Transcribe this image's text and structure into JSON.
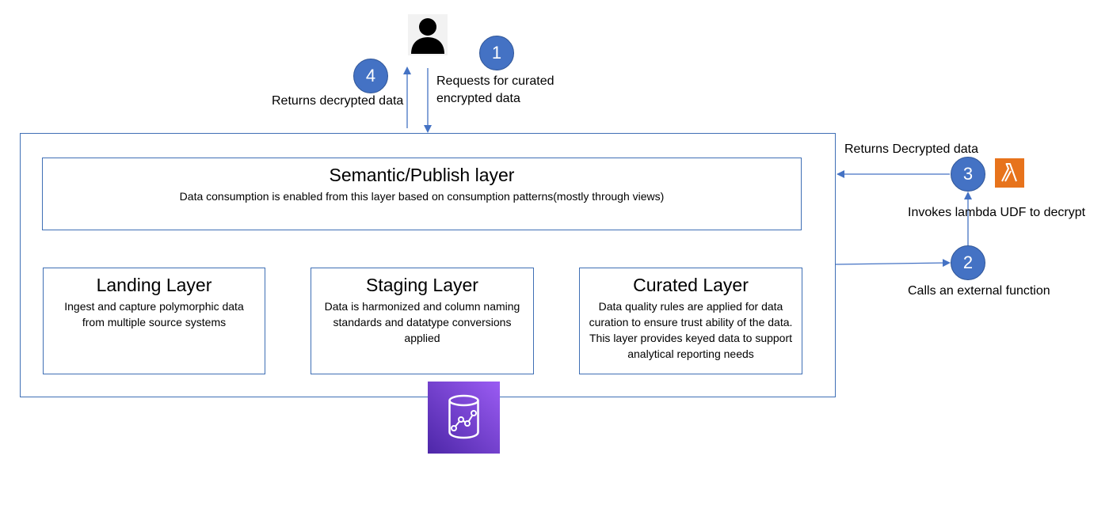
{
  "semantic": {
    "title": "Semantic/Publish layer",
    "desc": "Data consumption is enabled from this layer based on consumption patterns(mostly through views)"
  },
  "layers": [
    {
      "title": "Landing Layer",
      "desc": "Ingest and capture polymorphic data from multiple source systems"
    },
    {
      "title": "Staging Layer",
      "desc": "Data is harmonized and column naming standards and datatype conversions applied"
    },
    {
      "title": "Curated Layer",
      "desc": "Data quality rules are applied for data curation to ensure trust ability of the data. This layer provides keyed data to support analytical reporting needs"
    }
  ],
  "steps": {
    "s1": {
      "num": "1",
      "label_line1": "Requests for curated",
      "label_line2": "encrypted data"
    },
    "s2": {
      "num": "2",
      "label": "Calls an external function"
    },
    "s3": {
      "num": "3",
      "label": "Invokes lambda UDF to decrypt"
    },
    "s4": {
      "num": "4",
      "label": "Returns decrypted data"
    },
    "returns_decrypted": "Returns Decrypted data"
  },
  "icons": {
    "user": "user-icon",
    "lambda": "aws-lambda-icon",
    "database": "redshift-database-icon"
  },
  "colors": {
    "line": "#4472c4",
    "circle": "#4472c4",
    "lambda_orange": "#e7731c",
    "db_purple_top": "#9b5cf3",
    "db_purple_bottom": "#4d27a8"
  }
}
